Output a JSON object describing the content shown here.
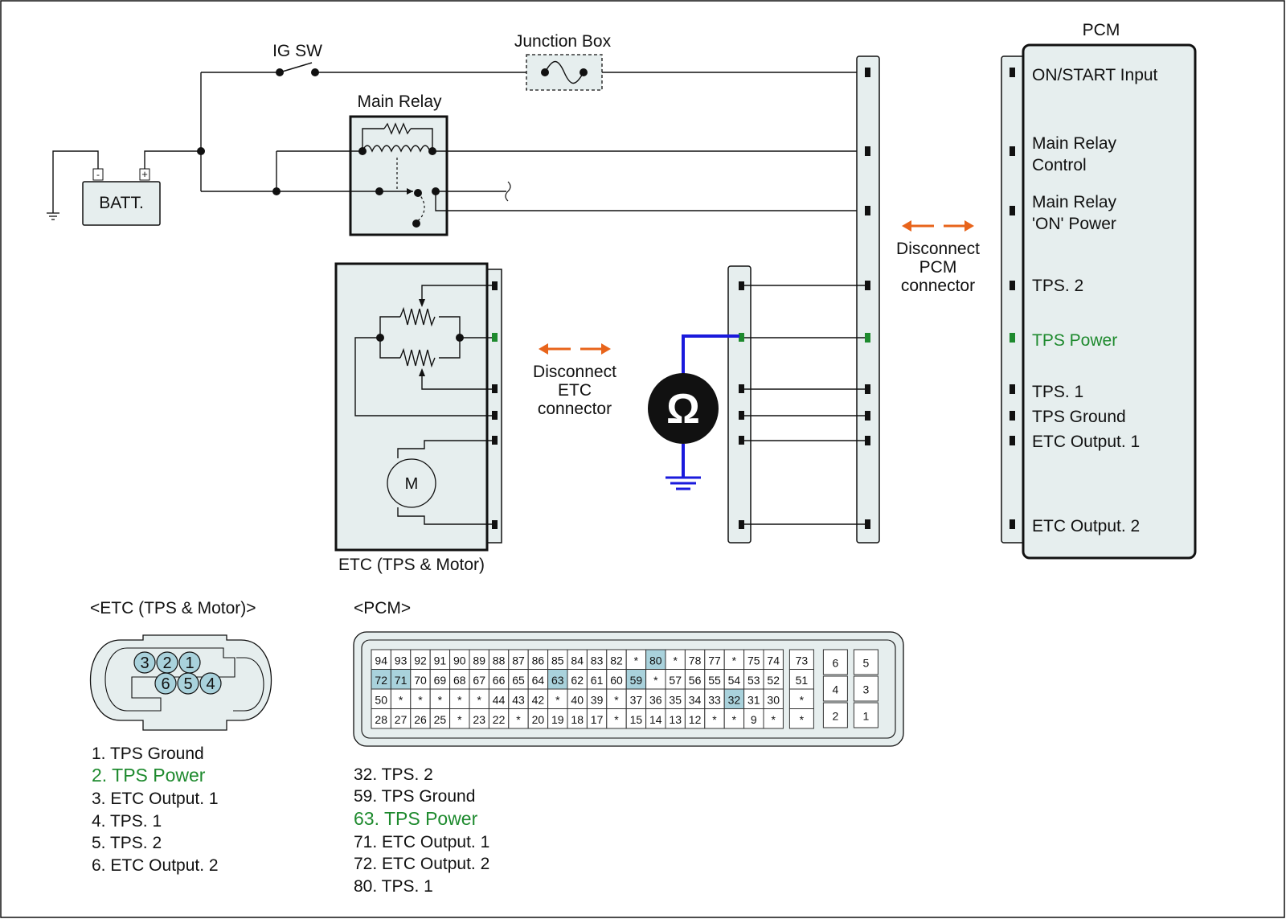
{
  "diagram": {
    "ig_sw": "IG SW",
    "junction_box": "Junction Box",
    "main_relay": "Main Relay",
    "battery": "BATT.",
    "batt_neg": "-",
    "batt_pos": "+",
    "pcm_title": "PCM",
    "etc_label": "ETC (TPS & Motor)",
    "motor_symbol": "M",
    "ohm_symbol": "Ω",
    "disconnect_etc": [
      "Disconnect",
      "ETC",
      "connector"
    ],
    "disconnect_pcm": [
      "Disconnect",
      "PCM",
      "connector"
    ],
    "pcm_pins": [
      {
        "line1": "ON/START Input",
        "line2": ""
      },
      {
        "line1": "Main Relay",
        "line2": "Control"
      },
      {
        "line1": "Main Relay",
        "line2": "'ON' Power"
      },
      {
        "line1": "TPS. 2",
        "line2": ""
      },
      {
        "line1": "TPS Power",
        "line2": ""
      },
      {
        "line1": "TPS. 1",
        "line2": ""
      },
      {
        "line1": "TPS Ground",
        "line2": ""
      },
      {
        "line1": "ETC Output. 1",
        "line2": ""
      },
      {
        "line1": "ETC Output. 2",
        "line2": ""
      }
    ]
  },
  "etc_connector": {
    "title": "<ETC (TPS & Motor)>",
    "top_pins": [
      "3",
      "2",
      "1"
    ],
    "bottom_pins": [
      "6",
      "5",
      "4"
    ],
    "legend": [
      "1. TPS Ground",
      "2. TPS Power",
      "3. ETC Output. 1",
      "4. TPS. 1",
      "5. TPS. 2",
      "6. ETC Output. 2"
    ]
  },
  "pcm_connector": {
    "title": "<PCM>",
    "rows": [
      [
        "94",
        "93",
        "92",
        "91",
        "90",
        "89",
        "88",
        "87",
        "86",
        "85",
        "84",
        "83",
        "82",
        "*",
        "80",
        "*",
        "78",
        "77",
        "*",
        "75",
        "74"
      ],
      [
        "72",
        "71",
        "70",
        "69",
        "68",
        "67",
        "66",
        "65",
        "64",
        "63",
        "62",
        "61",
        "60",
        "59",
        "*",
        "57",
        "56",
        "55",
        "54",
        "53",
        "52"
      ],
      [
        "50",
        "*",
        "*",
        "*",
        "*",
        "*",
        "44",
        "43",
        "42",
        "*",
        "40",
        "39",
        "*",
        "37",
        "36",
        "35",
        "34",
        "33",
        "32",
        "31",
        "30"
      ],
      [
        "28",
        "27",
        "26",
        "25",
        "*",
        "23",
        "22",
        "*",
        "20",
        "19",
        "18",
        "17",
        "*",
        "15",
        "14",
        "13",
        "12",
        "*",
        "*",
        "9",
        "*"
      ]
    ],
    "side_col": [
      "73",
      "51",
      "*",
      "*"
    ],
    "right_block": [
      [
        "6",
        "5"
      ],
      [
        "4",
        "3"
      ],
      [
        "2",
        "1"
      ]
    ],
    "highlighted": [
      "80",
      "72",
      "71",
      "63",
      "59",
      "32"
    ],
    "legend": [
      "32. TPS. 2",
      "59. TPS Ground",
      "63. TPS Power",
      "71. ETC Output. 1",
      "72. ETC Output. 2",
      "80. TPS. 1"
    ]
  },
  "colors": {
    "green": "#1e8a2e",
    "orange": "#e8641b",
    "blue": "#1a1adc",
    "highlight": "#a9d2dc",
    "box_fill": "#e6eeee"
  }
}
